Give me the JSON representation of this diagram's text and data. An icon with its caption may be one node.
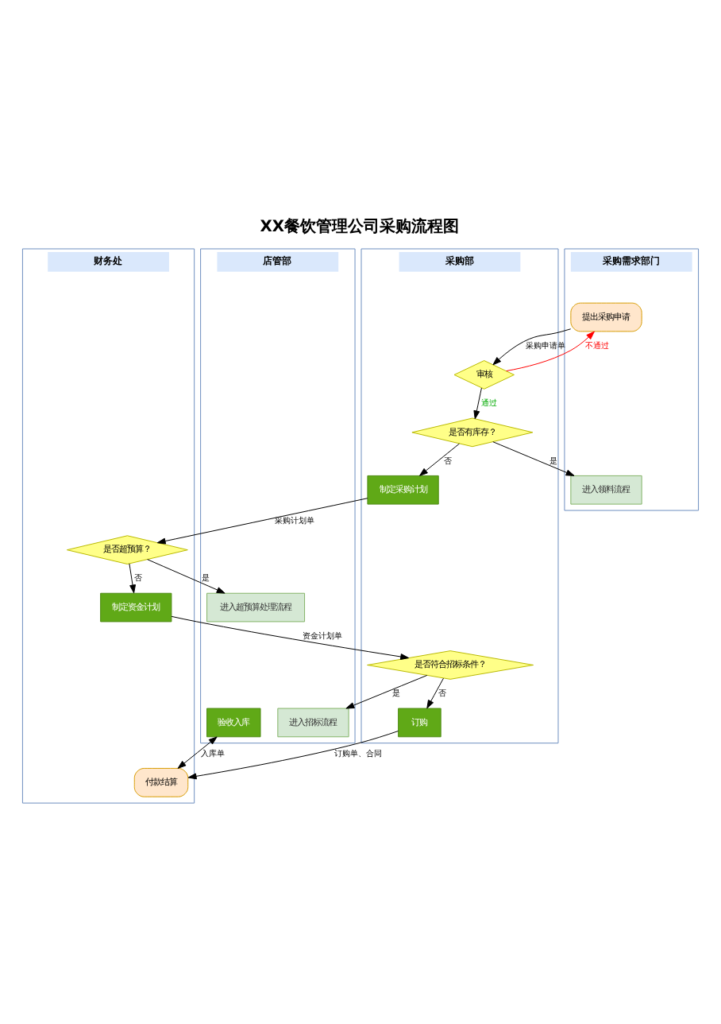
{
  "diagram": {
    "title": "XX餐饮管理公司采购流程图",
    "nodes": [
      {
        "text": [
          "财务处"
        ]
      },
      {
        "text": [
          "店管部"
        ]
      },
      {
        "text": [
          "采购需求部门"
        ]
      },
      {
        "text": [
          "采购部"
        ]
      },
      {
        "text": [
          "提出采购申请"
        ],
        "in": 2
      },
      {
        "text": [
          "审核"
        ],
        "in": 3
      },
      {
        "text": [
          "进入领料流程"
        ],
        "in": 2
      },
      {
        "text": [
          "是否有库存？"
        ],
        "in": 3
      },
      {
        "text": [
          "制定采购计划"
        ],
        "in": 3
      },
      {
        "text": [
          "是否超预算？"
        ],
        "in": 0
      },
      {
        "text": [
          "进入超预算处理流程"
        ],
        "in": 1
      },
      {
        "text": [
          "进入招标流程"
        ],
        "in": 1
      },
      {
        "text": [
          "制定资金计划"
        ],
        "in": 0
      },
      {
        "text": [
          "是否符合招标条件？"
        ],
        "in": 3
      },
      {
        "text": [
          "订购"
        ],
        "in": 3
      },
      {
        "text": [
          "付款结算"
        ],
        "in": 0
      },
      {
        "text": [
          "验收入库"
        ],
        "in": 1
      }
    ],
    "edges": [
      {
        "from": 4,
        "to": 5,
        "arrow": "to",
        "label": "采购申请单"
      },
      {
        "from": 5,
        "to": 4,
        "arrow": "to",
        "label": "不通过",
        "color": "#ff0000"
      },
      {
        "from": 5,
        "to": 7,
        "arrow": "to",
        "label": "通过"
      },
      {
        "from": 7,
        "to": 6,
        "arrow": "to",
        "label": "是"
      },
      {
        "from": 7,
        "to": 8,
        "arrow": "to",
        "label": "否"
      },
      {
        "from": 8,
        "to": 9,
        "arrow": "to",
        "label": "采购计划单"
      },
      {
        "from": 9,
        "to": 10,
        "arrow": "to",
        "label": "是"
      },
      {
        "from": 9,
        "to": 12,
        "arrow": "to",
        "label": "否"
      },
      {
        "from": 12,
        "to": 13,
        "arrow": "to",
        "label": "资金计划单"
      },
      {
        "from": 13,
        "to": 11,
        "arrow": "to",
        "label": "是"
      },
      {
        "from": 13,
        "to": 14,
        "arrow": "to",
        "label": "否"
      },
      {
        "from": 14,
        "to": 15,
        "arrow": "to",
        "label": "订购单、合同"
      },
      {
        "from": 16,
        "to": 15,
        "arrow": "both",
        "label": "入库单"
      }
    ]
  }
}
